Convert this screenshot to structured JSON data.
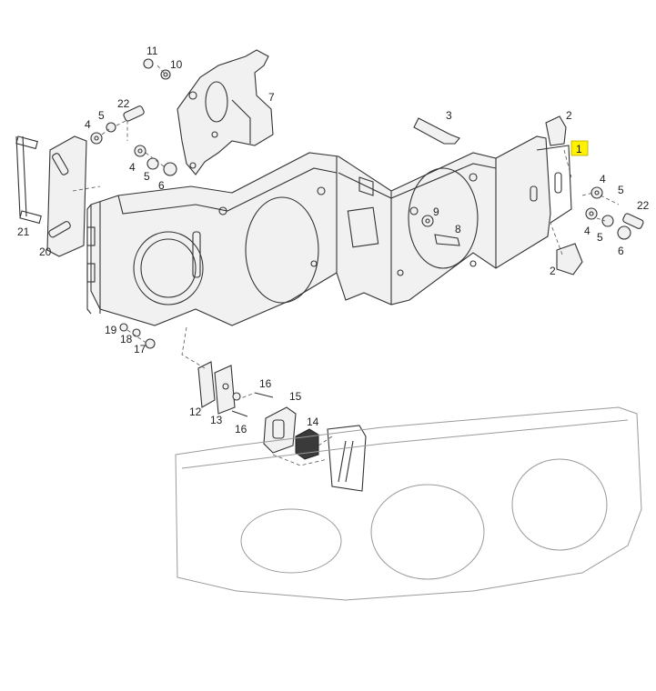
{
  "labels": {
    "l1": "1",
    "l2a": "2",
    "l2b": "2",
    "l3": "3",
    "l4a": "4",
    "l4b": "4",
    "l4c": "4",
    "l4d": "4",
    "l5a": "5",
    "l5b": "5",
    "l5c": "5",
    "l5d": "5",
    "l6a": "6",
    "l6b": "6",
    "l7": "7",
    "l8": "8",
    "l9": "9",
    "l10": "10",
    "l11": "11",
    "l12": "12",
    "l13": "13",
    "l14": "14",
    "l15": "15",
    "l16a": "16",
    "l16b": "16",
    "l17": "17",
    "l18": "18",
    "l19": "19",
    "l20": "20",
    "l21": "21",
    "l22a": "22",
    "l22b": "22"
  },
  "colors": {
    "highlight": "#fff200",
    "line": "#333333",
    "part_fill": "#f1f1f1",
    "bumper_pad": "#3a3a3a"
  }
}
